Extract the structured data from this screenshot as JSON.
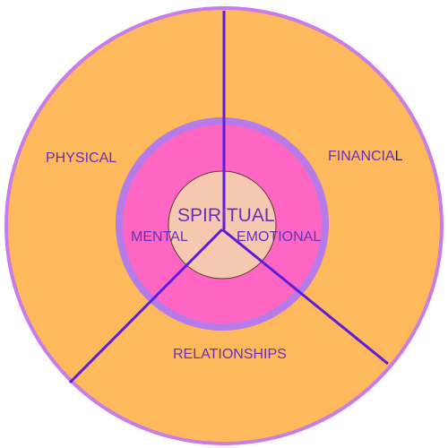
{
  "diagram": {
    "labels": {
      "physical": "PHYSICAL",
      "financial_main": "FINANCIA",
      "financial_tail": "L",
      "relationships": "RELATIONSHIPS",
      "mental": "MENTAL",
      "emotional": "EMOTIONAL",
      "spiritual": "SPIRITUAL"
    },
    "colors": {
      "outer_fill": "#fdb95c",
      "outer_stroke": "#c77ce8",
      "middle_fill": "#ff66c4",
      "middle_stroke": "#b57be8",
      "core_fill": "#f7c8b0",
      "core_stroke": "#5a3a2a",
      "divider": "#5b1ddb",
      "label": "#6a2fb8",
      "label_accent": "#3a2a30"
    }
  }
}
